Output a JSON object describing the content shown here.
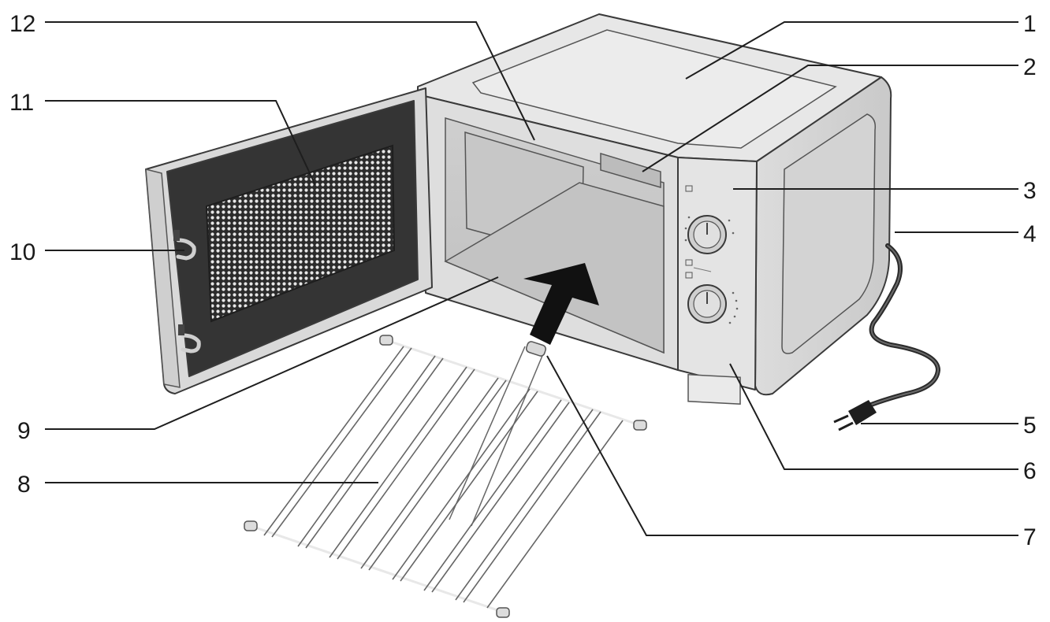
{
  "figure": {
    "subject": "microwave-oven-parts-diagram",
    "callouts": [
      {
        "number": "1",
        "part": "casing-top"
      },
      {
        "number": "2",
        "part": "waveguide-cover"
      },
      {
        "number": "3",
        "part": "control-panel"
      },
      {
        "number": "4",
        "part": "power-cord"
      },
      {
        "number": "5",
        "part": "plug"
      },
      {
        "number": "6",
        "part": "nameplate"
      },
      {
        "number": "7",
        "part": "rack-foot"
      },
      {
        "number": "8",
        "part": "grill-rack"
      },
      {
        "number": "9",
        "part": "cavity-floor"
      },
      {
        "number": "10",
        "part": "door-latch-hooks"
      },
      {
        "number": "11",
        "part": "door-window"
      },
      {
        "number": "12",
        "part": "oven-cavity"
      }
    ]
  }
}
